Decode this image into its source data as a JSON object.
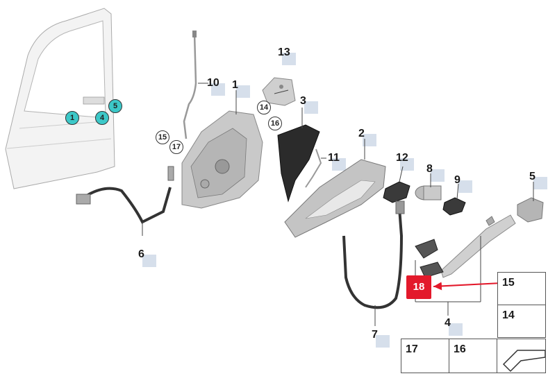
{
  "callouts": {
    "c10": "10",
    "c1": "1",
    "c13": "13",
    "c3": "3",
    "c2": "2",
    "c11": "11",
    "c12": "12",
    "c8": "8",
    "c9": "9",
    "c5": "5",
    "c6": "6",
    "c7": "7",
    "c4": "4"
  },
  "circled": {
    "door1": "1",
    "door4": "4",
    "door5": "5",
    "p14": "14",
    "p16": "16",
    "p15": "15",
    "p17": "17"
  },
  "highlight_label": "18",
  "legend": {
    "b15": "15",
    "b14": "14",
    "b17": "17",
    "b16": "16"
  },
  "colors": {
    "highlight": "#e3192b",
    "label_bg": "#d6dfeb",
    "teal": "#3cc8c8",
    "parts": "#bdbdbd"
  }
}
